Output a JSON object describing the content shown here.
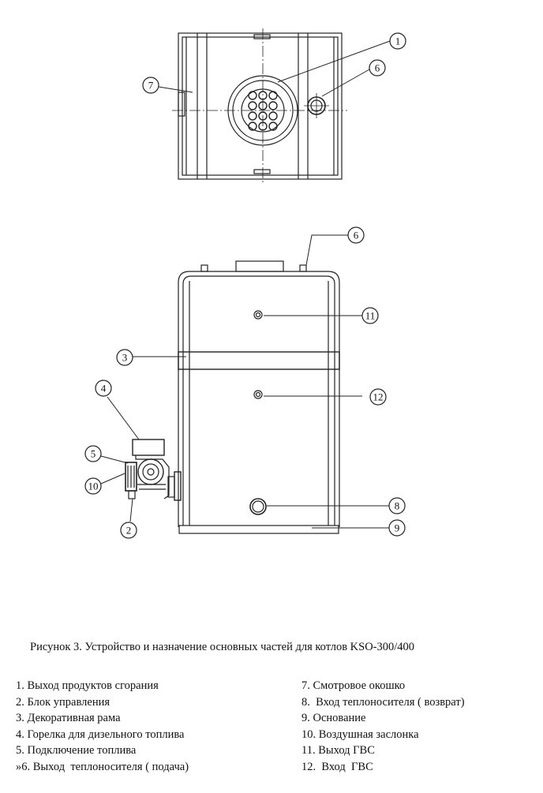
{
  "callouts": [
    "1",
    "6",
    "7",
    "6",
    "11",
    "3",
    "4",
    "12",
    "5",
    "10",
    "8",
    "2",
    "9"
  ],
  "caption": "Рисунок 3. Устройство и назначение основных частей для котлов KSO-300/400",
  "legend_left": [
    "1. Выход продуктов сгорания",
    "2. Блок управления",
    "3. Декоративная рама",
    "4. Горелка для дизельного топлива",
    "5. Подключение топлива",
    "»6. Выход  теплоносителя ( подача)"
  ],
  "legend_right": [
    "7. Смотровое окошко",
    "8.  Вход теплоносителя ( возврат)",
    "9. Основание",
    "10. Воздушная заслонка",
    "11. Выход ГВС",
    "12.  Вход  ГВС"
  ]
}
